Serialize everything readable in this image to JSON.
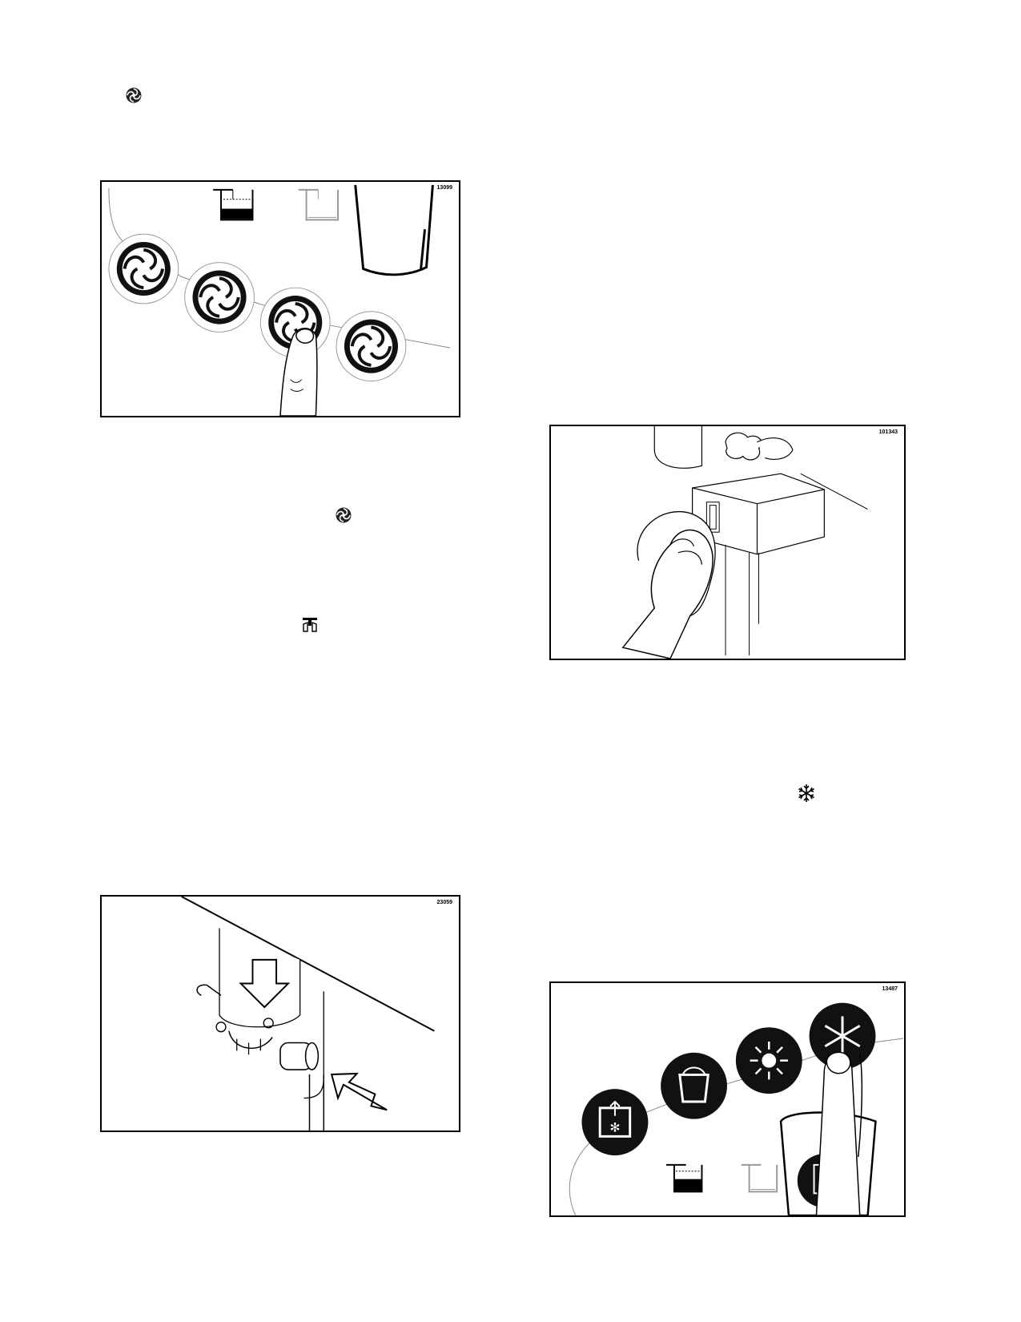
{
  "figures": [
    {
      "id": "13099",
      "label": "13099",
      "depicts": "finger pressing a swirl (draw) button on the front panel"
    },
    {
      "id": "101343",
      "label": "101343",
      "depicts": "hand wiping door spout with cloth"
    },
    {
      "id": "23059",
      "label": "23059",
      "depicts": "draw valve assembly with arrows"
    },
    {
      "id": "13487",
      "label": "13487",
      "depicts": "finger pressing snowflake (auto) button on control panel"
    }
  ],
  "inline_icons": {
    "swirl_1": "swirl-icon",
    "swirl_2": "swirl-icon",
    "valve": "draw-valve-icon",
    "snowflake": "snowflake-icon"
  }
}
